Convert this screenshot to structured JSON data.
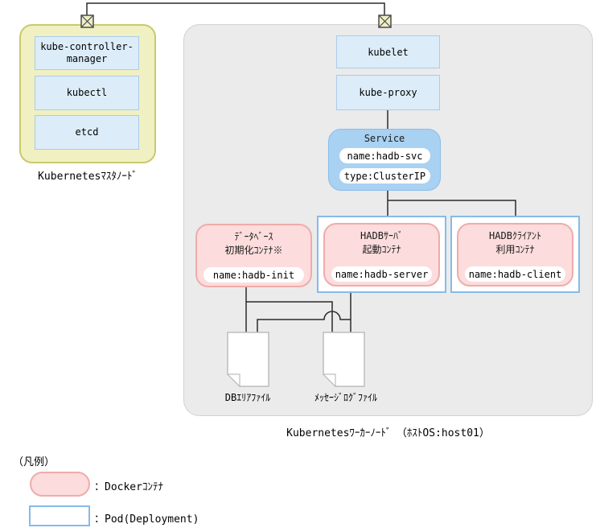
{
  "diagram": {
    "master_node": {
      "label": "Kubernetesﾏｽﾀﾉｰﾄﾞ",
      "components": [
        "kube-controller-manager",
        "kubectl",
        "etcd"
      ]
    },
    "worker_node": {
      "label": "Kubernetesﾜｰｶｰﾉｰﾄﾞ　（ﾎｽﾄOS:host01）",
      "kubelet": "kubelet",
      "kube_proxy": "kube-proxy",
      "service": {
        "title": "Service",
        "name_pill": "name:hadb-svc",
        "type_pill": "type:ClusterIP"
      },
      "containers": {
        "init": {
          "title_line1": "ﾃﾞｰﾀﾍﾞｰｽ",
          "title_line2": "初期化ｺﾝﾃﾅ※",
          "name_pill": "name:hadb-init"
        },
        "server": {
          "title_line1": "HADBｻｰﾊﾞ",
          "title_line2": "起動ｺﾝﾃﾅ",
          "name_pill": "name:hadb-server"
        },
        "client": {
          "title_line1": "HADBｸﾗｲｱﾝﾄ",
          "title_line2": "利用ｺﾝﾃﾅ",
          "name_pill": "name:hadb-client"
        }
      },
      "files": [
        {
          "label": "DBｴﾘｱﾌｧｲﾙ"
        },
        {
          "label": "ﾒｯｾｰｼﾞﾛｸﾞﾌｧｲﾙ"
        }
      ]
    },
    "legend": {
      "title": "（凡例）",
      "docker_label": "：Dockerｺﾝﾃﾅ",
      "pod_label": "：Pod(Deployment)"
    },
    "palette": {
      "master_fill": "#f1f0c2",
      "master_border": "#c9c96d",
      "component_fill": "#dcedf9",
      "component_border": "#a9cbe9",
      "service_fill": "#a9d1f2",
      "container_fill": "#fcdcdc",
      "container_border": "#f0abab",
      "pod_border": "#85bbea",
      "worker_fill": "#ebebeb",
      "line_color": "#2b2b2b"
    }
  }
}
